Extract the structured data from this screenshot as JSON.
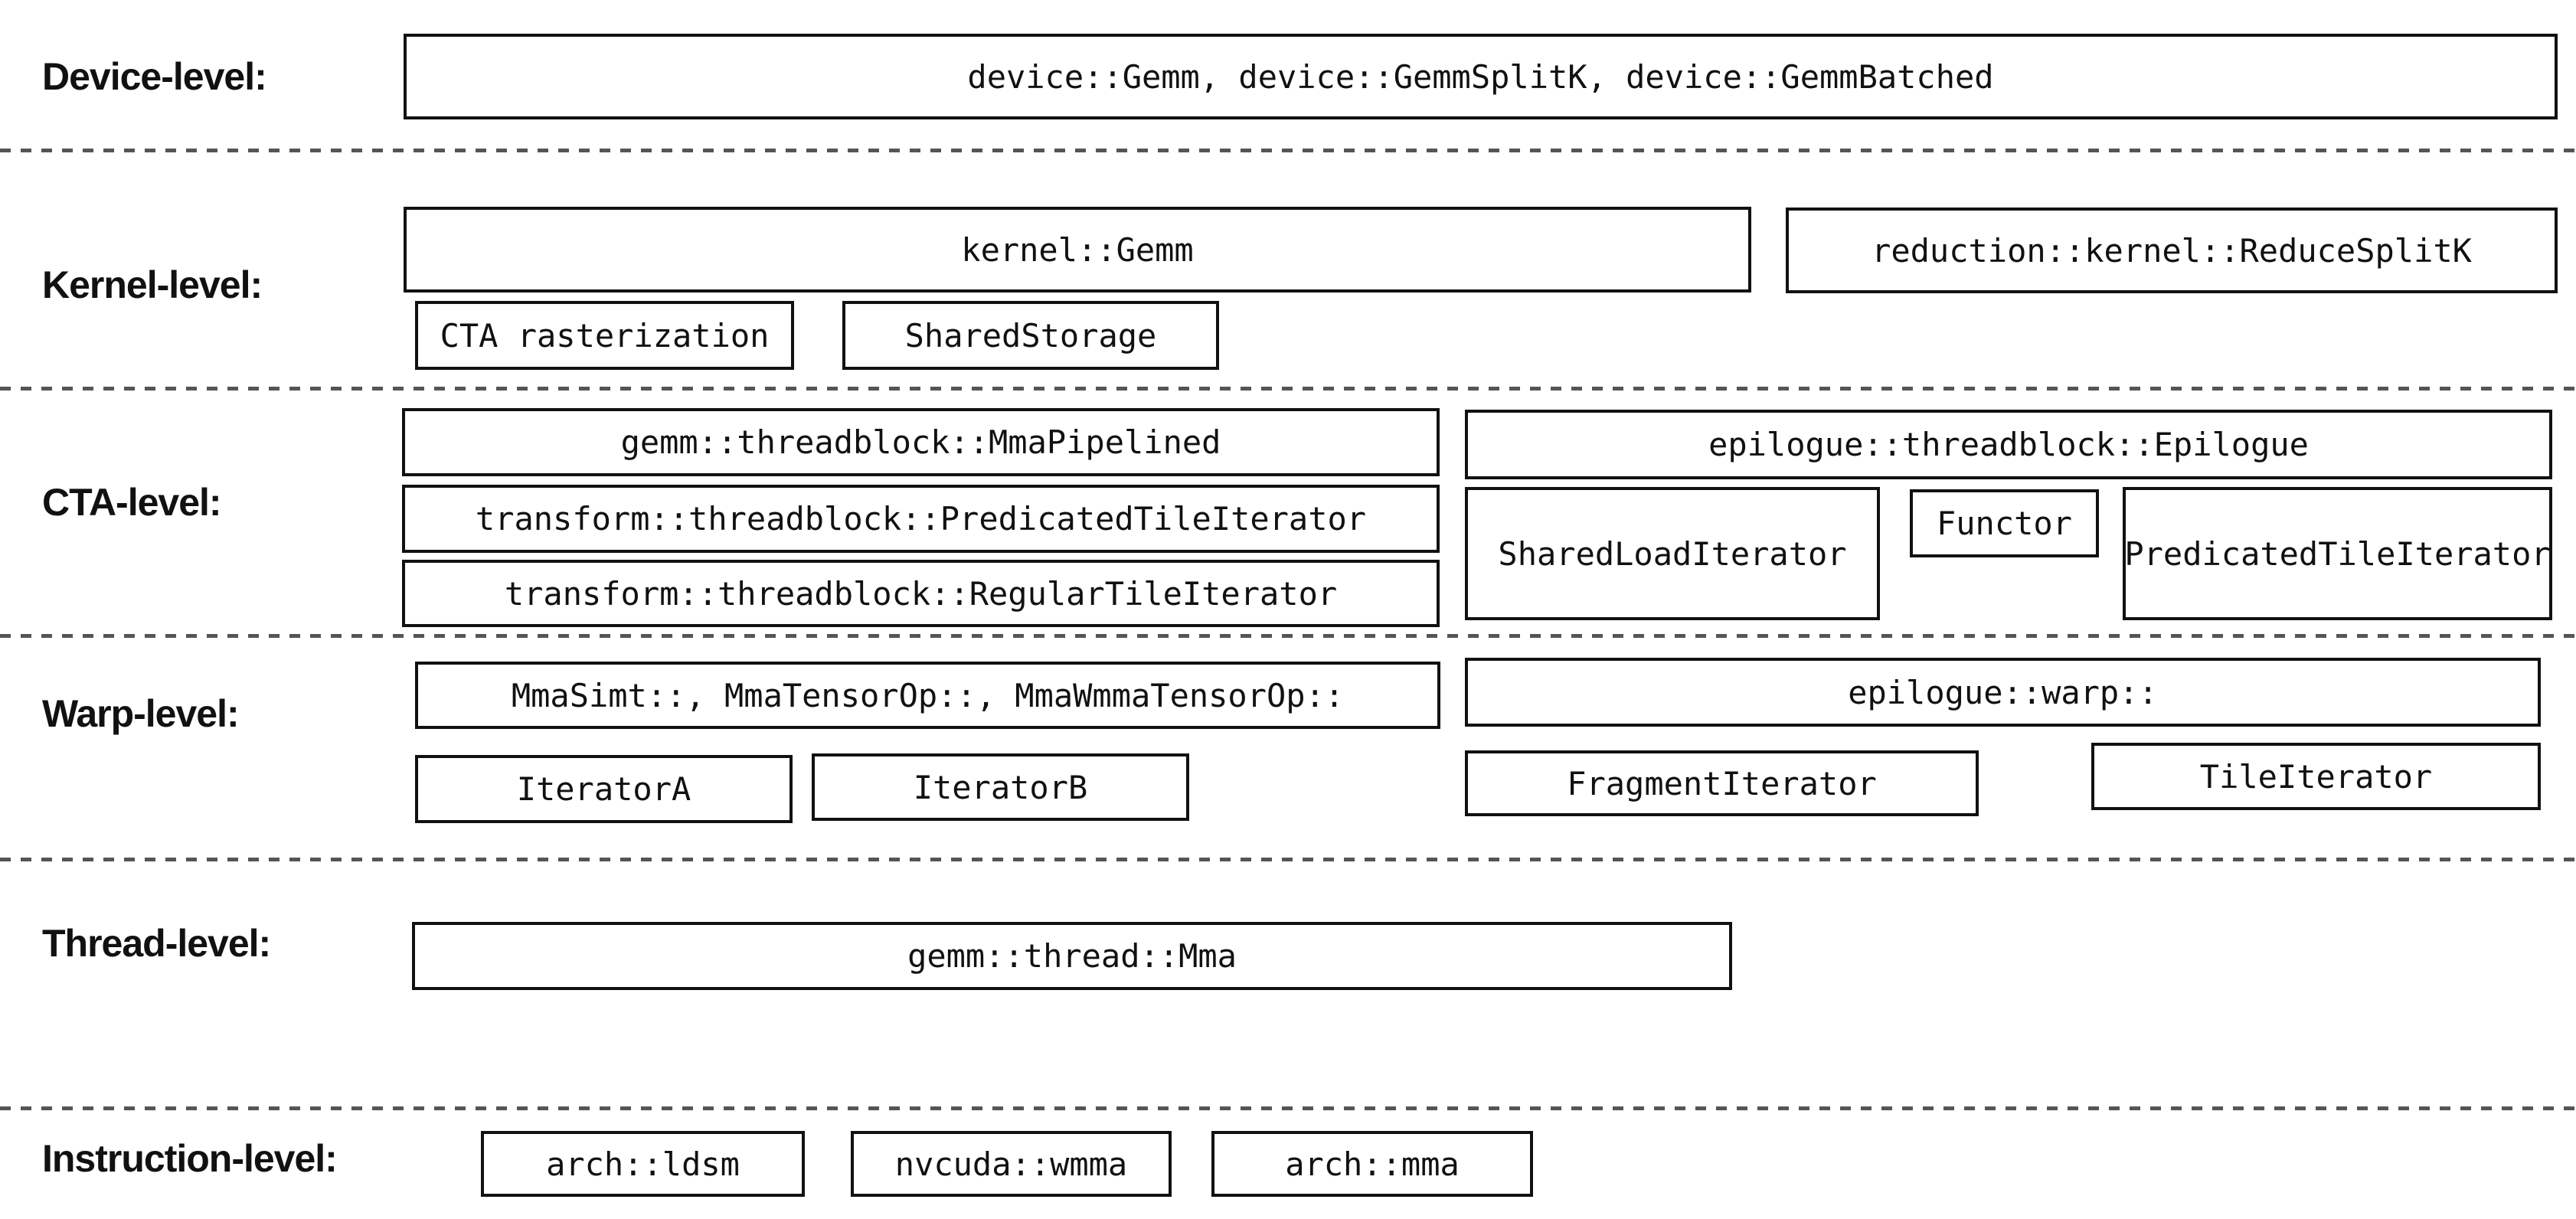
{
  "colors": {
    "background": "#ffffff",
    "box_border": "#111111",
    "text": "#111111",
    "divider": "#555555"
  },
  "levels": {
    "device": {
      "label": "Device-level:",
      "api_box": "device::Gemm, device::GemmSplitK, device::GemmBatched"
    },
    "kernel": {
      "label": "Kernel-level:",
      "kernel_gemm": "kernel::Gemm",
      "reduce_splitk": "reduction::kernel::ReduceSplitK",
      "cta_rasterization": "CTA rasterization",
      "shared_storage": "SharedStorage"
    },
    "cta": {
      "label": "CTA-level:",
      "mma_pipelined": "gemm::threadblock::MmaPipelined",
      "predicated_tile_iterator": "transform::threadblock::PredicatedTileIterator",
      "regular_tile_iterator": "transform::threadblock::RegularTileIterator",
      "epilogue": "epilogue::threadblock::Epilogue",
      "shared_load_iterator": "SharedLoadIterator",
      "functor": "Functor",
      "epilogue_predicated_tile_iterator": "PredicatedTileIterator"
    },
    "warp": {
      "label": "Warp-level:",
      "mma_ops": "MmaSimt::, MmaTensorOp::, MmaWmmaTensorOp::",
      "iterator_a": "IteratorA",
      "iterator_b": "IteratorB",
      "epilogue_warp": "epilogue::warp::",
      "fragment_iterator": "FragmentIterator",
      "tile_iterator": "TileIterator"
    },
    "thread": {
      "label": "Thread-level:",
      "gemm_thread_mma": "gemm::thread::Mma"
    },
    "instruction": {
      "label": "Instruction-level:",
      "arch_ldsm": "arch::ldsm",
      "nvcuda_wmma": "nvcuda::wmma",
      "arch_mma": "arch::mma"
    }
  }
}
